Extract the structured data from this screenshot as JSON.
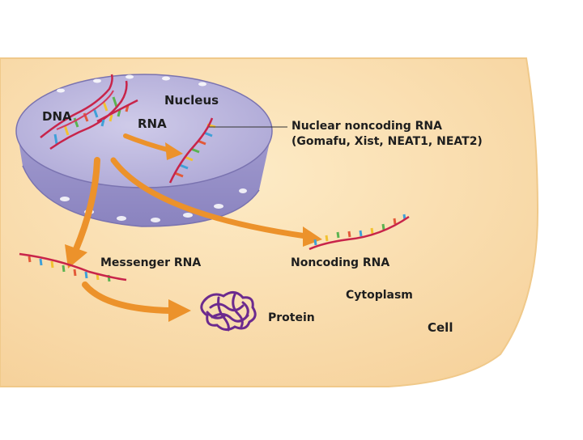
{
  "labels": {
    "nucleus": "Nucleus",
    "dna": "DNA",
    "rna": "RNA",
    "nuclear_ncrna_line1": "Nuclear noncoding RNA",
    "nuclear_ncrna_line2": "(Gomafu, Xist, NEAT1, NEAT2)",
    "messenger_rna": "Messenger RNA",
    "noncoding_rna": "Noncoding RNA",
    "cytoplasm": "Cytoplasm",
    "protein": "Protein",
    "cell": "Cell"
  },
  "colors": {
    "cytoplasm_fill": "#fbe1b1",
    "cytoplasm_edge": "#f0c98a",
    "nucleus_top": "#b9b4dc",
    "nucleus_side": "#8f88c2",
    "nucleus_edge": "#7a73b0",
    "arrow": "#ec922b",
    "strand_backbone": "#c8244a",
    "protein": "#6c2a8e",
    "base_colors": [
      "#3fa0d8",
      "#f2c230",
      "#5ab350",
      "#e35a39"
    ]
  },
  "icons": {
    "nucleus": "nucleus-icon",
    "protein": "protein-icon",
    "rna_strand": "rna-strand-icon",
    "arrow": "arrow-icon"
  }
}
